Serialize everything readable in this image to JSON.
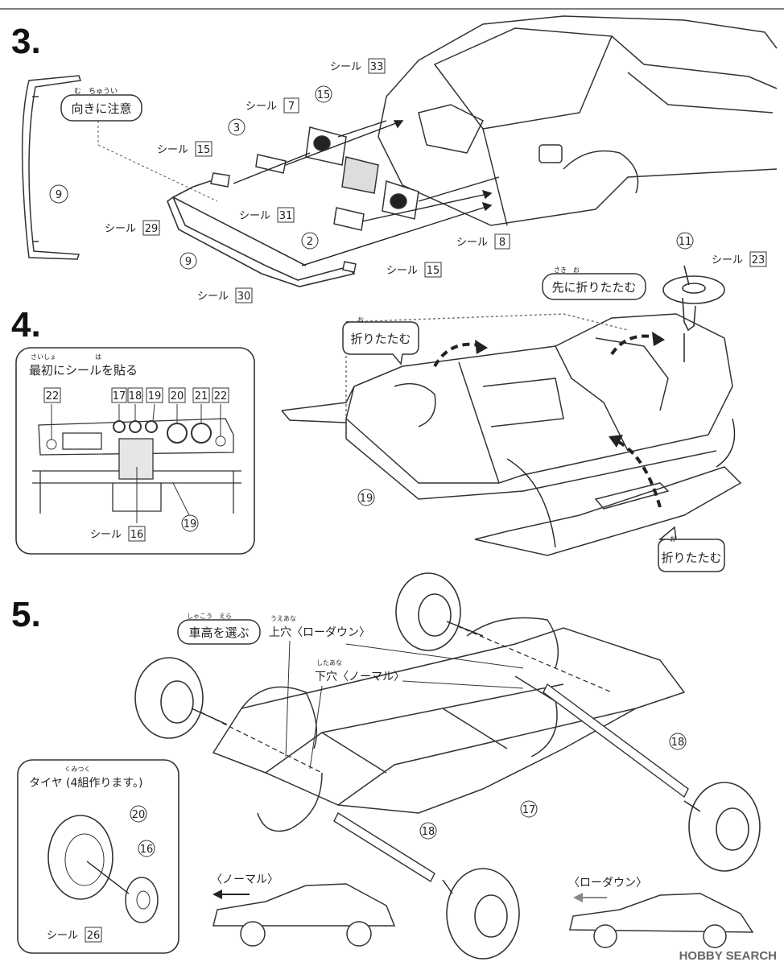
{
  "steps": [
    {
      "number": "3.",
      "note_ruby": "む　ちゅうい",
      "note": "向きに注意",
      "seal_prefix": "シール",
      "seals": [
        "33",
        "7",
        "15",
        "31",
        "29",
        "8",
        "15",
        "30"
      ],
      "parts": [
        "15",
        "3",
        "9",
        "2",
        "9"
      ]
    },
    {
      "number": "4.",
      "inset_title_ruby": "さいしょ　　　　　　は",
      "inset_title": "最初にシールを貼る",
      "inset_seals": [
        "22",
        "17",
        "18",
        "19",
        "20",
        "21",
        "22"
      ],
      "inset_seal_16": "16",
      "inset_part": "19",
      "prefold_ruby": "さき　お",
      "prefold": "先に折りたたむ",
      "fold_ruby": "お",
      "fold": "折りたたむ",
      "steering_part": "11",
      "steering_seal": "23",
      "tub_part": "19"
    },
    {
      "number": "5.",
      "choose_ruby": "しゃこう　えら",
      "choose": "車高を選ぶ",
      "upper_ruby": "うえあな",
      "upper_hole": "上穴〈ローダウン〉",
      "lower_ruby": "したあな",
      "lower_hole": "下穴〈ノーマル〉",
      "chassis_part": "17",
      "axle_part": "18",
      "tire_title_ruby": "くみつく",
      "tire_title": "タイヤ (4組作ります。)",
      "tire_part": "20",
      "wheel_part": "16",
      "tire_seal": "26",
      "normal_label": "〈ノーマル〉",
      "lowdown_label": "〈ローダウン〉"
    }
  ],
  "watermark": "HOBBY SEARCH"
}
